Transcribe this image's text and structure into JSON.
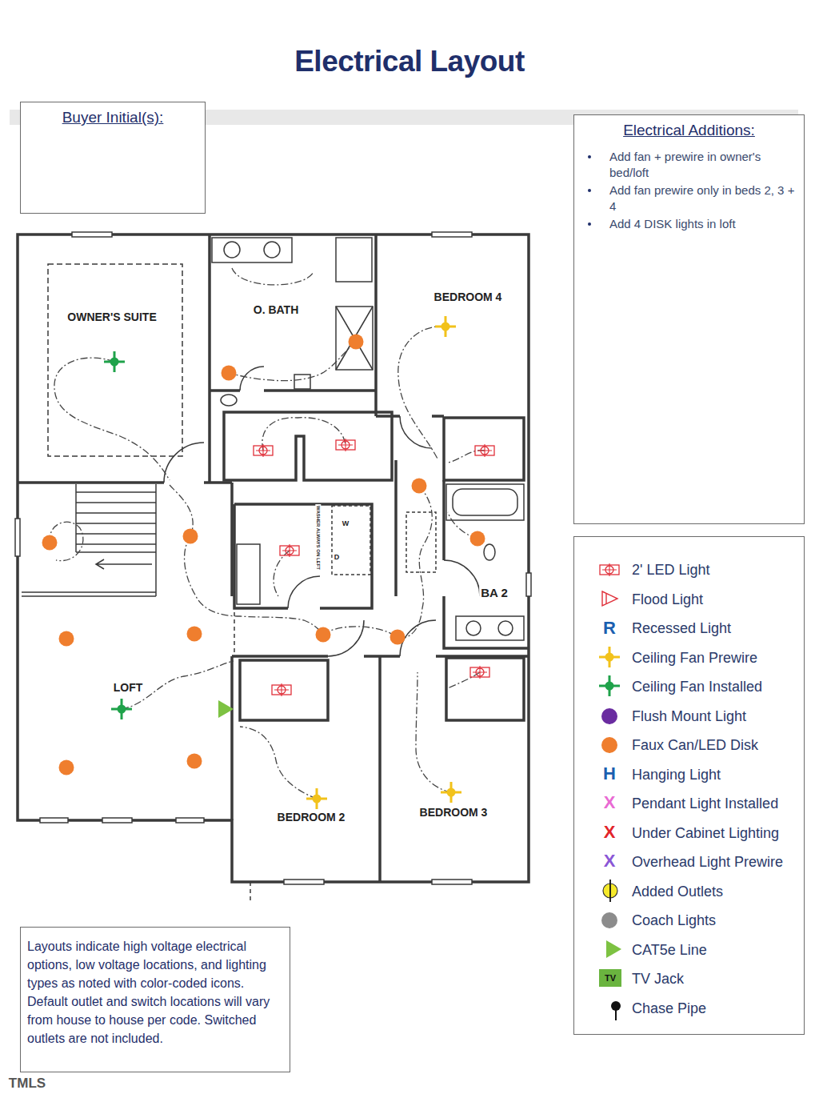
{
  "diagram": {
    "title": "Electrical Layout",
    "nodes": [
      {
        "text": [
          "Buyer Initial(s):"
        ]
      },
      {
        "text": [
          "Electrical Additions:",
          "Add fan + prewire in owner's bed/loft",
          "Add fan prewire only in beds 2, 3 + 4",
          "Add 4 DISK lights in loft"
        ]
      },
      {
        "text": [
          "Layouts indicate high voltage electrical options, low voltage locations, and lighting types as noted with color-coded icons. Default outlet and switch locations will vary from house to house per code. Switched outlets are not included."
        ]
      }
    ],
    "labels": [
      "OWNER'S SUITE",
      "O. BATH",
      "BEDROOM 4",
      "WASHER ALWAYS ON LEFT",
      "W",
      "D",
      "BA 2",
      "LOFT",
      "BEDROOM 2",
      "BEDROOM 3",
      "R",
      "H",
      "X",
      "X",
      "X",
      "TV",
      "TMLS"
    ],
    "legend": [
      {
        "text": "2' LED Light"
      },
      {
        "text": "Flood Light"
      },
      {
        "text": "Recessed Light"
      },
      {
        "text": "Ceiling Fan Prewire"
      },
      {
        "text": "Ceiling Fan Installed"
      },
      {
        "text": "Flush Mount Light",
        "color": "#6a2ca0"
      },
      {
        "text": "Faux Can/LED Disk",
        "color": "#ef7e2e"
      },
      {
        "text": "Hanging Light"
      },
      {
        "text": "Pendant Light Installed"
      },
      {
        "text": "Under Cabinet Lighting"
      },
      {
        "text": "Overhead Light Prewire"
      },
      {
        "text": "Added Outlets"
      },
      {
        "text": "Coach Lights",
        "color": "#8c8c8c"
      },
      {
        "text": "CAT5e Line"
      },
      {
        "text": "TV Jack"
      },
      {
        "text": "Chase Pipe"
      }
    ]
  }
}
